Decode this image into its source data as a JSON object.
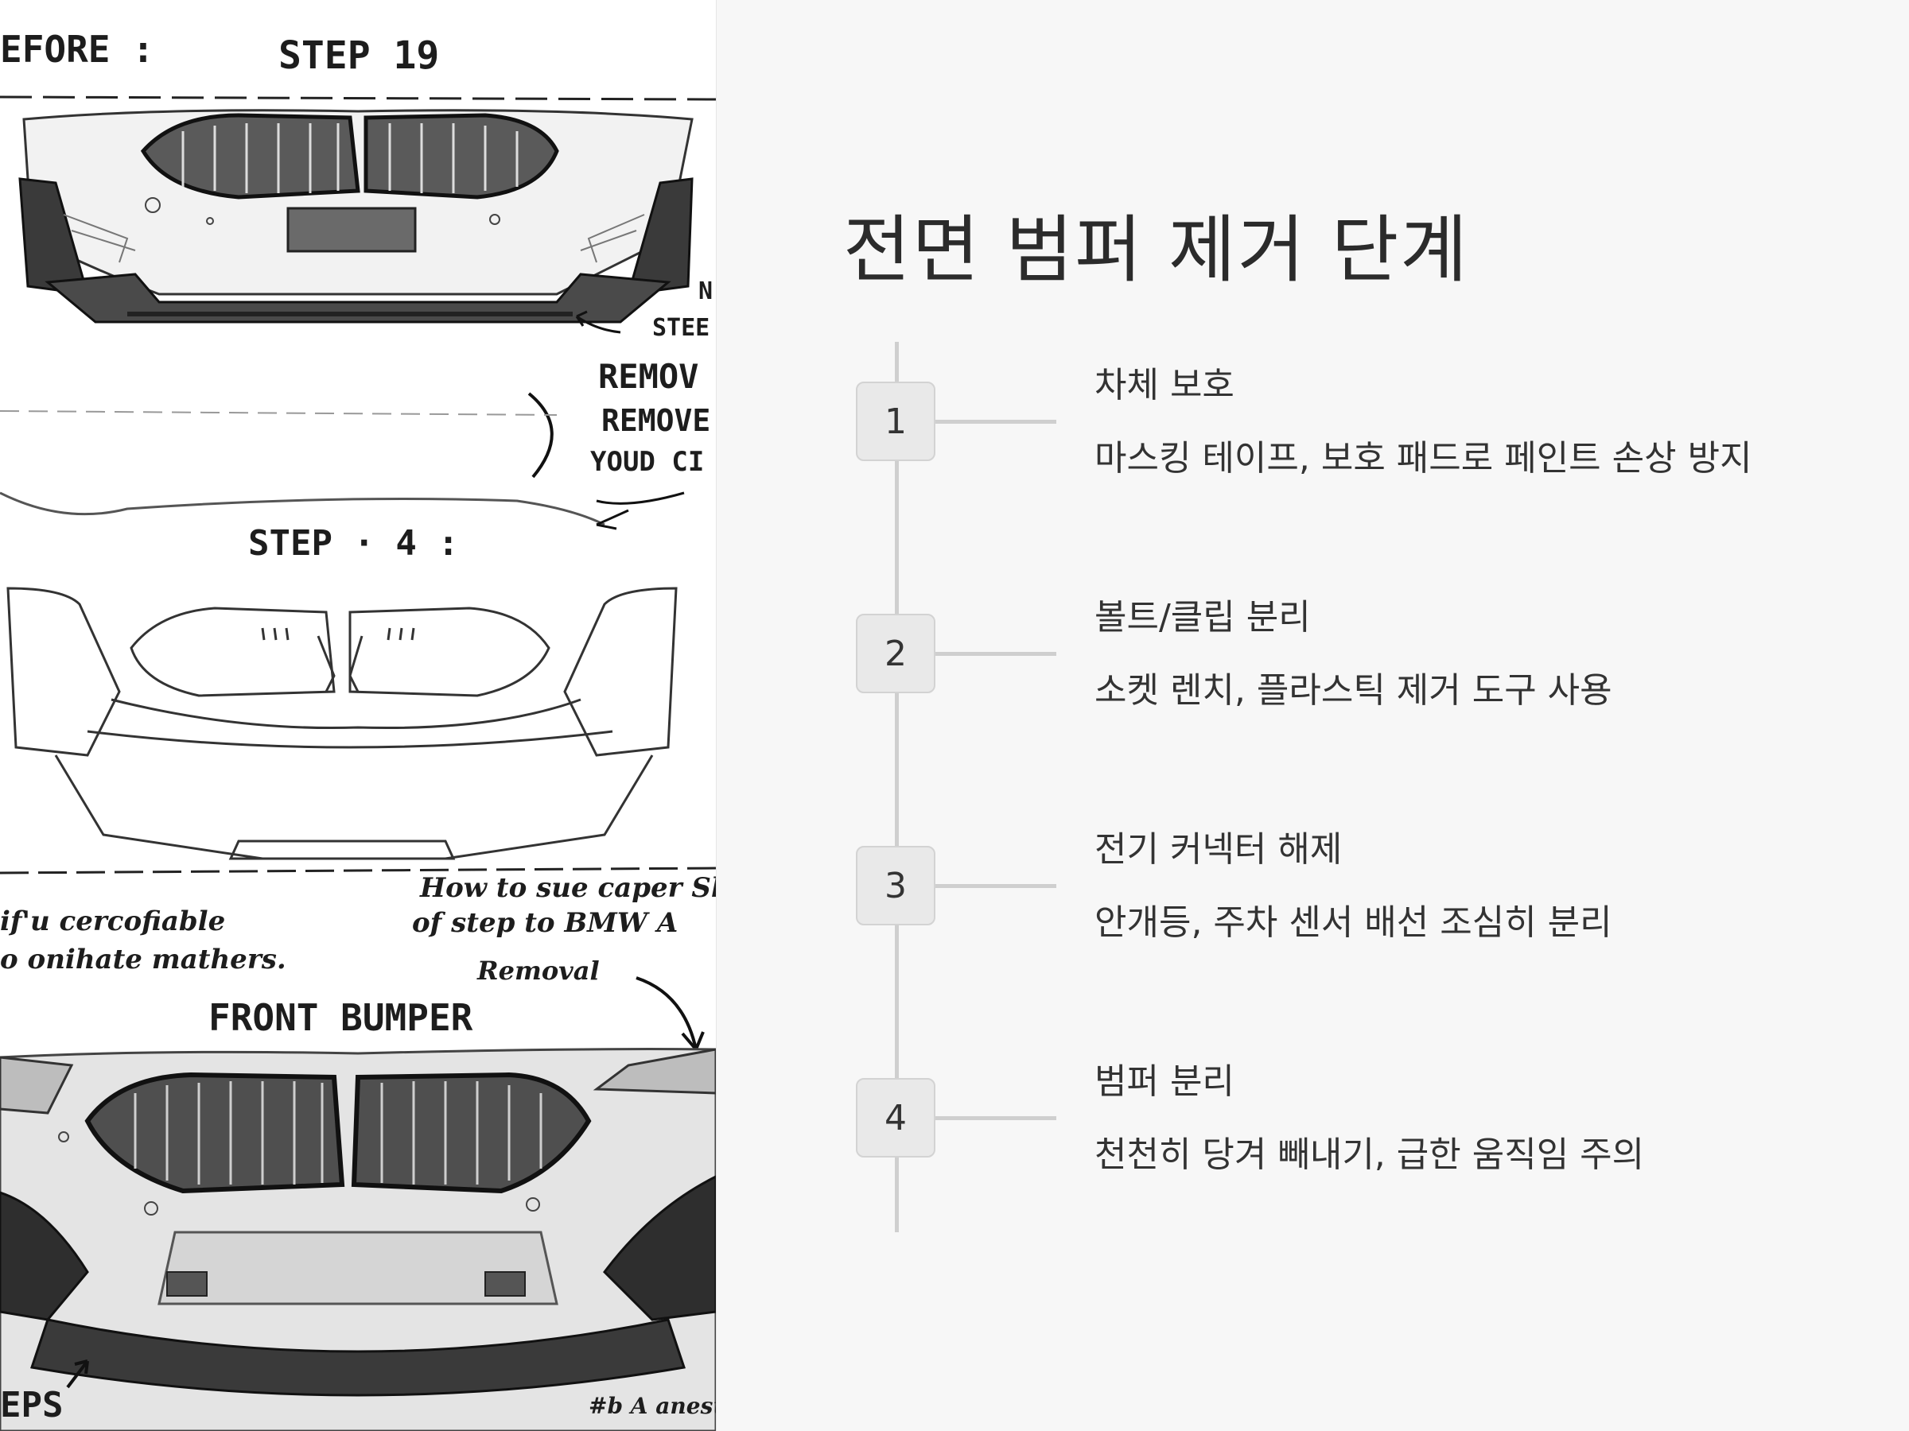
{
  "title": "전면 범퍼 제거 단계",
  "steps": [
    {
      "number": "1",
      "title": "차체 보호",
      "description": "마스킹 테이프, 보호 패드로 페인트 손상 방지"
    },
    {
      "number": "2",
      "title": "볼트/클립 분리",
      "description": "소켓 렌치, 플라스틱 제거 도구 사용"
    },
    {
      "number": "3",
      "title": "전기 커넥터 해제",
      "description": "안개등, 주차 센서 배선 조심히 분리"
    },
    {
      "number": "4",
      "title": "범퍼 분리",
      "description": "천천히 당겨 빼내기, 급한 움직임 주의"
    }
  ],
  "sketch": {
    "top_left": "EFORE :",
    "step19": "STEP 19",
    "mark_n": "N",
    "steel": "STEE",
    "remove1": "REMOV",
    "remove2": "REMOVE",
    "youd": "YOUD CI",
    "step4": "STEP · 4 :",
    "note_left1": "if'u cercofiable",
    "note_left2": "o onihate mathers.",
    "note_right1": "How to sue caper Sha",
    "note_right2": "of step to BMW A",
    "removal": "Removal",
    "front_bumper": "FRONT BUMPER",
    "eps": "EPS",
    "signature": "#b A anesu"
  }
}
